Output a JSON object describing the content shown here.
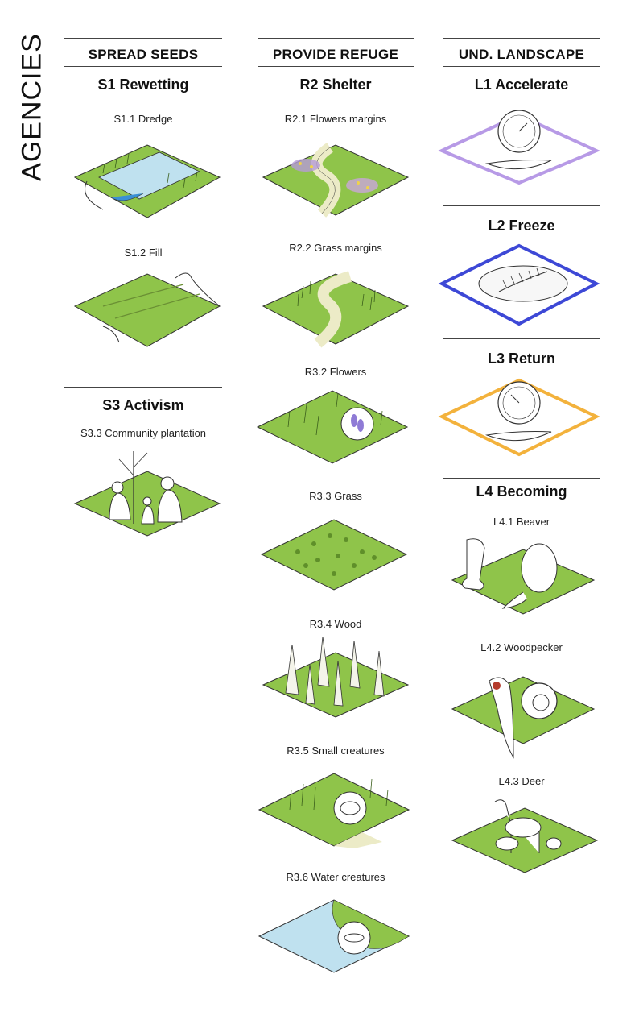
{
  "page_title": "AGENCIES",
  "columns": [
    {
      "header": "SPREAD SEEDS",
      "sections": [
        {
          "title": "S1 Rewetting",
          "items": [
            {
              "label": "S1.1 Dredge"
            },
            {
              "label": "S1.2 Fill"
            }
          ]
        },
        {
          "title": "S3 Activism",
          "items": [
            {
              "label": "S3.3 Community plantation"
            }
          ]
        }
      ]
    },
    {
      "header": "PROVIDE REFUGE",
      "sections": [
        {
          "title": "R2 Shelter",
          "items": [
            {
              "label": "R2.1 Flowers margins"
            },
            {
              "label": "R2.2 Grass margins"
            },
            {
              "label": "R3.2 Flowers"
            },
            {
              "label": "R3.3 Grass"
            },
            {
              "label": "R3.4 Wood"
            },
            {
              "label": "R3.5 Small creatures"
            },
            {
              "label": "R3.6 Water creatures"
            }
          ]
        }
      ]
    },
    {
      "header": "UND. LANDSCAPE",
      "sections": [
        {
          "title": "L1 Accelerate",
          "frame_color": "#b79ae6"
        },
        {
          "title": "L2 Freeze",
          "frame_color": "#3d48d6"
        },
        {
          "title": "L3 Return",
          "frame_color": "#f3b23c"
        },
        {
          "title": "L4 Becoming",
          "items": [
            {
              "label": "L4.1 Beaver"
            },
            {
              "label": "L4.2 Woodpecker"
            },
            {
              "label": "L4.3 Deer"
            }
          ]
        }
      ]
    }
  ],
  "colors": {
    "grass": "#8fc44a",
    "grass_dark": "#6fa332",
    "water": "#bfe1ef",
    "path": "#ecebc7",
    "ink": "#222222"
  }
}
